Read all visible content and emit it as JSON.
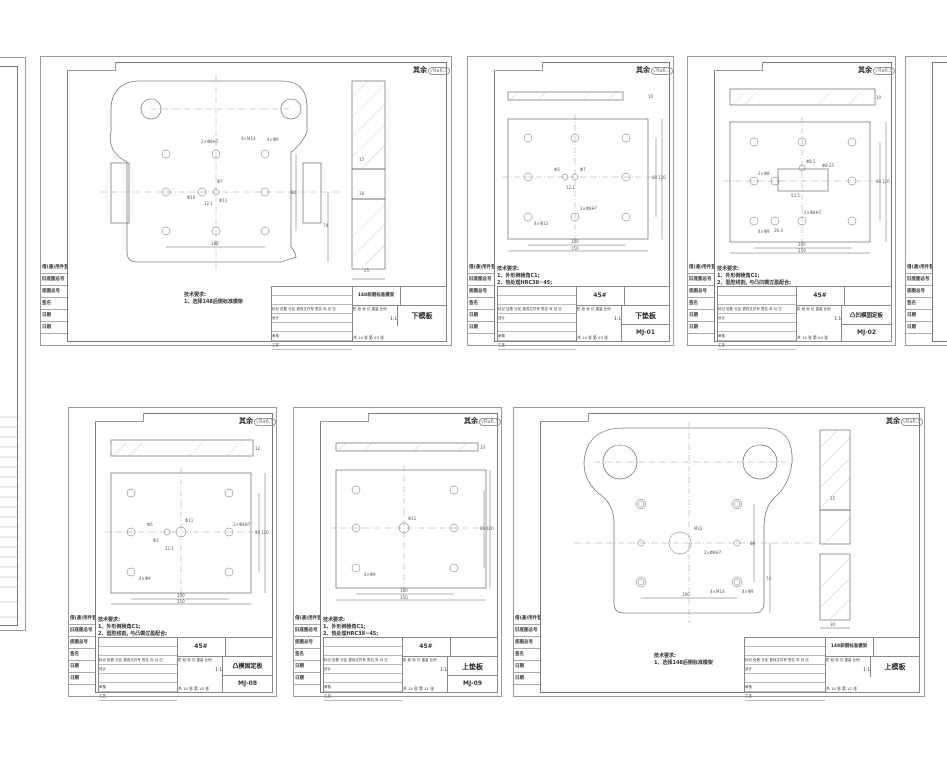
{
  "canvas": {
    "background": "#ffffff",
    "line_color": "#888888"
  },
  "common": {
    "roughness_label": "其余",
    "roughness_symbol": "√Ra6.3",
    "side_labels": [
      "借(通)用件登记",
      "旧底图总号",
      "底图总号",
      "签名",
      "日期",
      "日期"
    ],
    "title_block_headers": "标记 处数 分区 更改文件号 签名 年 月 日",
    "title_block_rows": [
      "设计",
      "审核",
      "工艺"
    ],
    "title_block_cols": [
      "标准化",
      "审核",
      "学号",
      "批准"
    ],
    "stage_header": "阶 段 标 记  重量 比例",
    "scale": "1:1"
  },
  "sheets": [
    {
      "id": "lower-die-plate",
      "part_name": "下模板",
      "material": "148斜侧标准模架",
      "code": "",
      "tech_title": "技术要求:",
      "tech_lines": [
        "1、选择148后侧标准模架"
      ],
      "count": "共 14 张  第 03 张",
      "dims": [
        "2×Φ8H7",
        "4×M14",
        "4×Φ9",
        "Φ7",
        "Φ10",
        "Φ11",
        "12.1",
        "80",
        "74",
        "180",
        "15",
        "18",
        "25"
      ]
    },
    {
      "id": "lower-pad",
      "part_name": "下垫板",
      "material": "45#",
      "code": "MJ-01",
      "tech_title": "技术要求:",
      "tech_lines": [
        "1、外形倒棱角C1;",
        "2、热处理HRC38~45;"
      ],
      "count": "共 14 张  第 03 张",
      "dims": [
        "Φ3",
        "Φ7",
        "12.1",
        "2×Φ8H7",
        "4×Φ12",
        "100",
        "150",
        "80",
        "120",
        "10"
      ]
    },
    {
      "id": "punch-die-retainer",
      "part_name": "凸凹模固定板",
      "material": "45#",
      "code": "MJ-02",
      "tech_title": "技术要求:",
      "tech_lines": [
        "1、外形倒棱角C1;",
        "2、型腔线割, 与凸凹模过盈配合;"
      ],
      "count": "共 14 张  第 04 张",
      "dims": [
        "2×Φ8",
        "Φ8.5",
        "Φ8.25",
        "53.5",
        "4×Φ9",
        "2×Φ8H7",
        "26.3",
        "100",
        "150",
        "80",
        "120",
        "10"
      ]
    },
    {
      "id": "punch-retainer",
      "part_name": "凸模固定板",
      "material": "45#",
      "code": "MJ-08",
      "tech_title": "技术要求:",
      "tech_lines": [
        "1、外形倒棱角C1;",
        "2、型腔线割, 与凸模过盈配合;"
      ],
      "count": "共 14 张  第 10 张",
      "dims": [
        "Φ6",
        "Φ11",
        "Φ3",
        "12.1",
        "2×Φ8H7",
        "4×Φ9",
        "100",
        "150",
        "80",
        "120",
        "12"
      ]
    },
    {
      "id": "upper-pad",
      "part_name": "上垫板",
      "material": "45#",
      "code": "MJ-09",
      "tech_title": "技术要求:",
      "tech_lines": [
        "1、外形倒棱角C1;",
        "2、热处理HRC38~45;"
      ],
      "count": "共 14 张  第 11 张",
      "dims": [
        "Φ11",
        "4×Φ9",
        "100",
        "150",
        "80",
        "120",
        "10"
      ]
    },
    {
      "id": "upper-die-plate",
      "part_name": "上模板",
      "material": "148斜侧标准模架",
      "code": "",
      "tech_title": "技术要求:",
      "tech_lines": [
        "1、选择148后侧标准模架"
      ],
      "count": "共 14 张  第 12 张",
      "dims": [
        "M22",
        "2×Φ8H7",
        "4×M14",
        "4×Φ9",
        "100",
        "80",
        "74",
        "15",
        "30"
      ]
    }
  ]
}
